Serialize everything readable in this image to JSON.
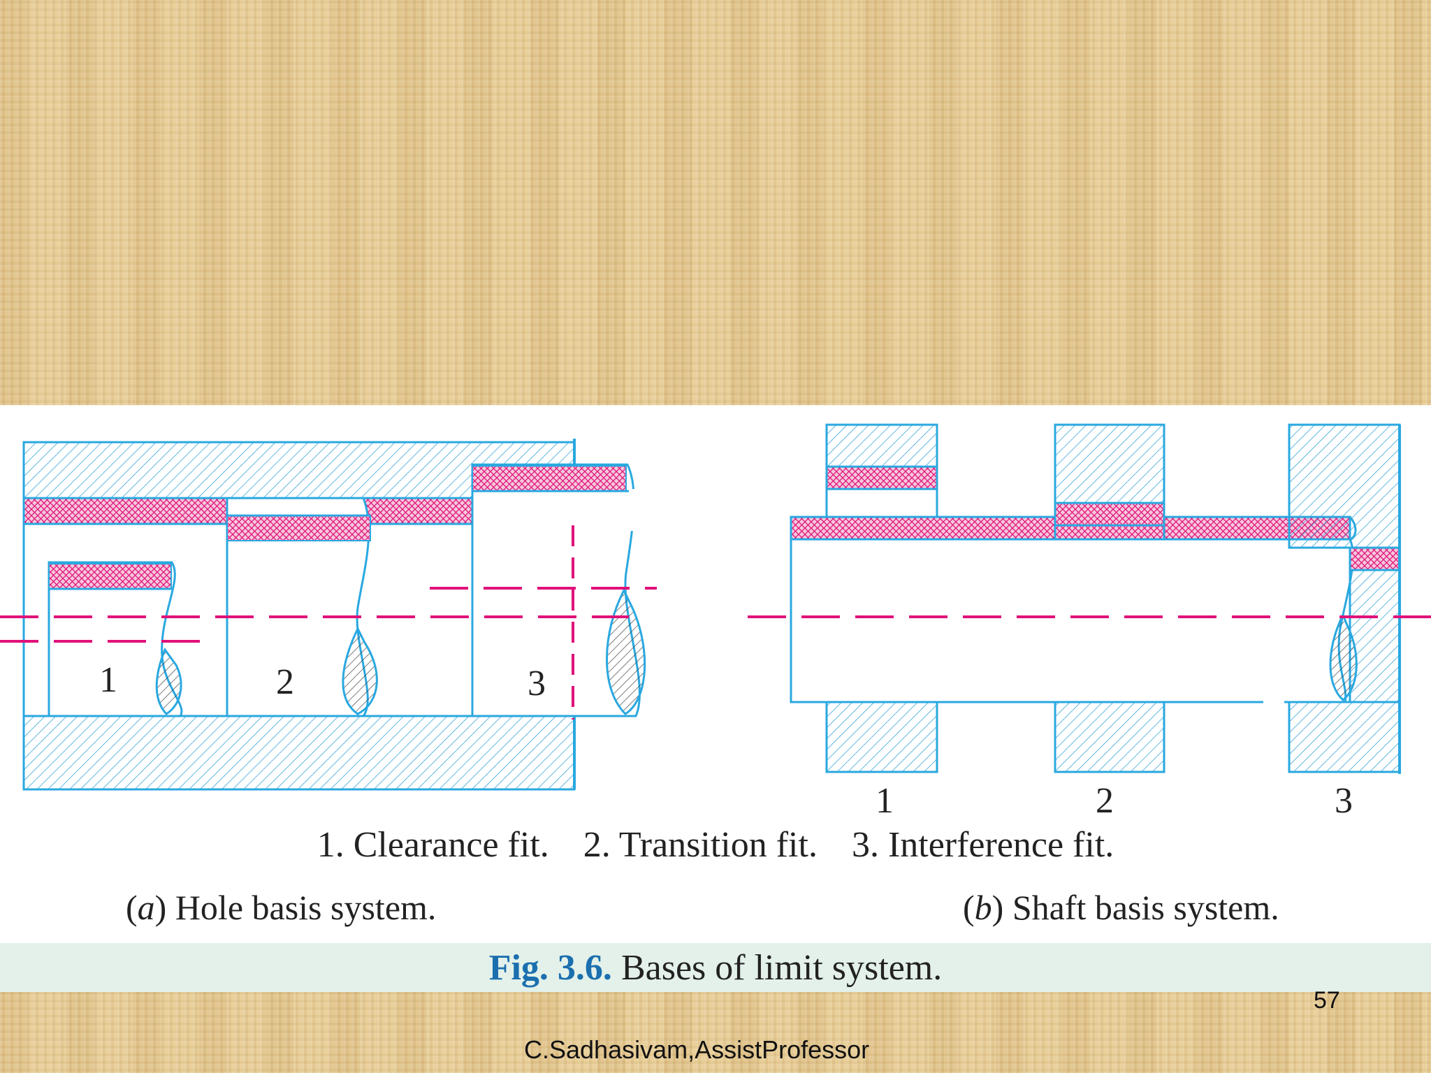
{
  "labels": {
    "hole_nums": [
      "1",
      "2",
      "3"
    ],
    "shaft_nums": [
      "1",
      "2",
      "3"
    ]
  },
  "legend": {
    "item1": "1. Clearance fit.",
    "item2": "2. Transition fit.",
    "item3": "3. Interference fit."
  },
  "subcaptions": {
    "a_letter": "a",
    "a_text": " Hole basis system.",
    "b_letter": "b",
    "b_text": " Shaft basis system."
  },
  "caption": {
    "fig_no": "Fig. 3.6.",
    "text": " Bases of limit system."
  },
  "footer": {
    "page_number": "57",
    "author": "C.Sadhasivam,AssistProfessor"
  },
  "colors": {
    "outline": "#29a8e0",
    "hatch": "#3aa6d8",
    "tolerance_zone": "#e0127a",
    "centerline": "#e0127a",
    "caption_accent": "#1b6fae"
  }
}
